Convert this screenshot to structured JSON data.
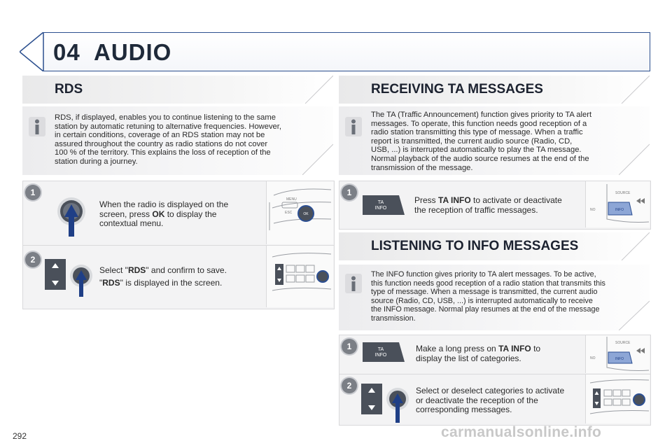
{
  "header": {
    "chapter": "04",
    "title": "AUDIO"
  },
  "page_number": "292",
  "watermark": "carmanualsonline.info",
  "rds": {
    "title": "RDS",
    "info": [
      "RDS, if displayed, enables you to continue listening to the same",
      "station by automatic retuning to alternative frequencies. However,",
      "in certain conditions, coverage of an RDS station may not be",
      "assured throughout the country as radio stations do not cover",
      "100 % of the territory. This explains the loss of reception of the",
      "station during a journey."
    ],
    "step1": {
      "num": "1",
      "line1": "When the radio is displayed on the",
      "line2_pre": "screen, press ",
      "line2_bold": "OK",
      "line2_post": " to display the",
      "line3": "contextual menu."
    },
    "step2": {
      "num": "2",
      "line1_pre": "Select \"",
      "line1_bold": "RDS",
      "line1_post": "\" and confirm to save.",
      "line2_pre": "\"",
      "line2_bold": "RDS",
      "line2_post": "\" is displayed in the screen."
    }
  },
  "ta": {
    "title": "RECEIVING TA MESSAGES",
    "info": [
      "The TA (Traffic Announcement) function gives priority to TA alert",
      "messages. To operate, this function needs good reception of a",
      "radio station transmitting this type of message. When a traffic",
      "report is transmitted, the current audio source (Radio, CD,",
      "USB, ...) is interrupted automatically to play the TA message.",
      "Normal playback of the audio source resumes at the end of the",
      "transmission of the message."
    ],
    "step1": {
      "num": "1",
      "line1_pre": "Press ",
      "line1_bold": "TA INFO",
      "line1_post": " to activate or deactivate",
      "line2": "the reception of traffic messages."
    }
  },
  "info_msgs": {
    "title": "LISTENING TO INFO MESSAGES",
    "info": [
      "The INFO function gives priority to TA alert messages. To be active,",
      "this function needs good reception of a radio station that transmits this",
      "type of message. When a message is transmitted, the current audio",
      "source (Radio, CD, USB, ...) is interrupted automatically to receive",
      "the INFO message. Normal play resumes at the end of the message",
      "transmission."
    ],
    "step1": {
      "num": "1",
      "line1_pre": "Make a long press on ",
      "line1_bold": "TA INFO",
      "line1_post": " to",
      "line2": "display the list of categories."
    },
    "step2": {
      "num": "2",
      "line1": "Select or deselect categories to activate",
      "line2": "or deactivate the reception of the",
      "line3": "corresponding messages."
    }
  },
  "button_labels": {
    "ok": "OK",
    "ta_top": "TA",
    "ta_bottom": "INFO",
    "source": "SOURCE",
    "no": "NO",
    "menu": "MENU",
    "esc": "ESC"
  },
  "colors": {
    "accent": "#2b4f8e",
    "arrow": "#1f3f86",
    "panel": "#ececee",
    "badge": "#7b7f86"
  }
}
